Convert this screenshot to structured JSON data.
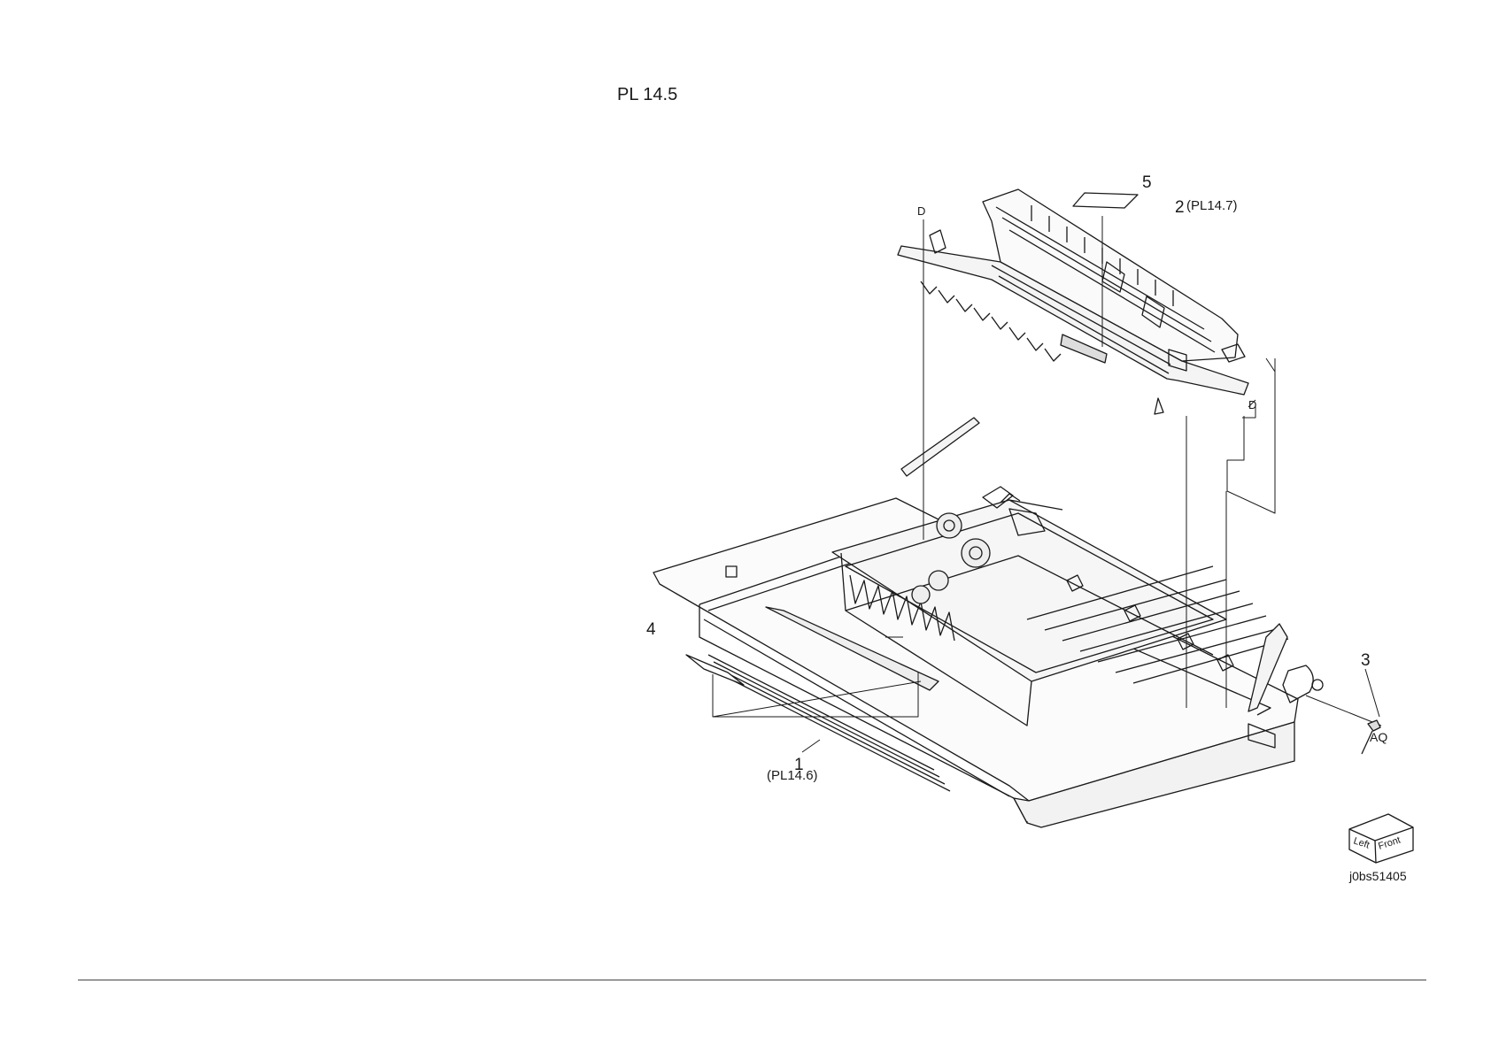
{
  "page": {
    "title": "PL 14.5",
    "image_id": "j0bs51405"
  },
  "callouts": {
    "c1_num": "1",
    "c1_ref": "(PL14.6)",
    "c2_num": "2",
    "c2_ref": "(PL14.7)",
    "c3_num": "3",
    "c4_num": "4",
    "c5_num": "5",
    "mark_d_top": "D",
    "mark_d_right": "D",
    "mark_aq": "AQ"
  },
  "orientation_cube": {
    "left_face": "Left",
    "front_face": "Front"
  }
}
